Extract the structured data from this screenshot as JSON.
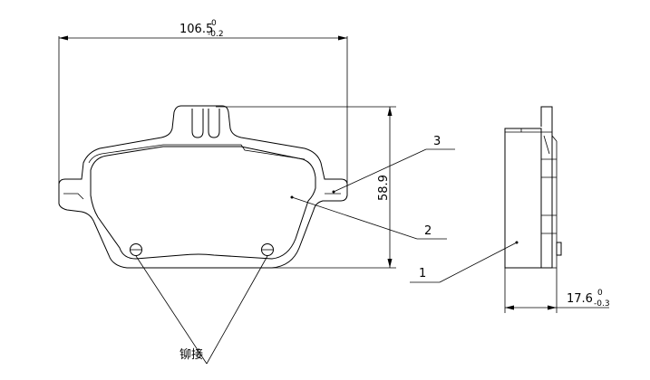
{
  "dimensions": {
    "width": {
      "value": "106.5",
      "tol_upper": "0",
      "tol_lower": "-0.2"
    },
    "height": {
      "value": "58.9"
    },
    "thickness": {
      "value": "17.6",
      "tol_upper": "0",
      "tol_lower": "-0.3"
    }
  },
  "callouts": {
    "one": "1",
    "two": "2",
    "three": "3"
  },
  "rivet_label": "铆接"
}
